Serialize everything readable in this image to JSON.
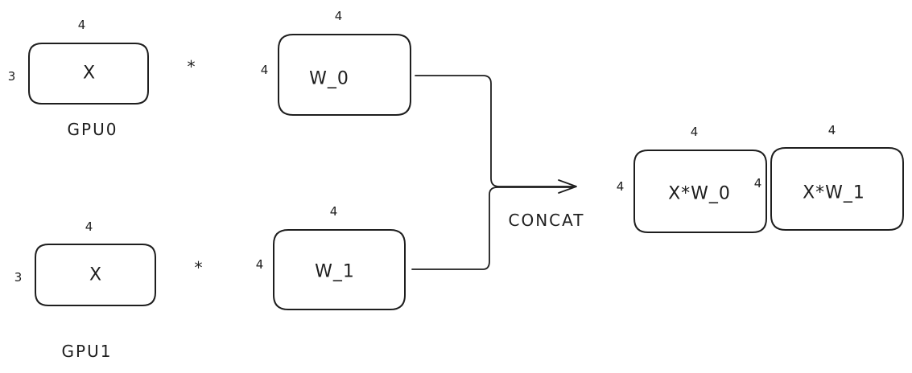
{
  "colors": {
    "stroke": "#1e1e1e",
    "background": "#ffffff"
  },
  "gpu0": {
    "label": "GPU0",
    "input": {
      "label": "X",
      "rows": "3",
      "cols": "4"
    },
    "operator": "*",
    "weight": {
      "label": "W_0",
      "rows": "4",
      "cols": "4"
    }
  },
  "gpu1": {
    "label": "GPU1",
    "input": {
      "label": "X",
      "rows": "3",
      "cols": "4"
    },
    "operator": "*",
    "weight": {
      "label": "W_1",
      "rows": "4",
      "cols": "4"
    }
  },
  "merge": {
    "label": "CONCAT"
  },
  "output": {
    "left": {
      "label": "X*W_0",
      "rows": "4",
      "cols": "4"
    },
    "right": {
      "label": "X*W_1",
      "rows": "4",
      "cols": "4"
    }
  }
}
